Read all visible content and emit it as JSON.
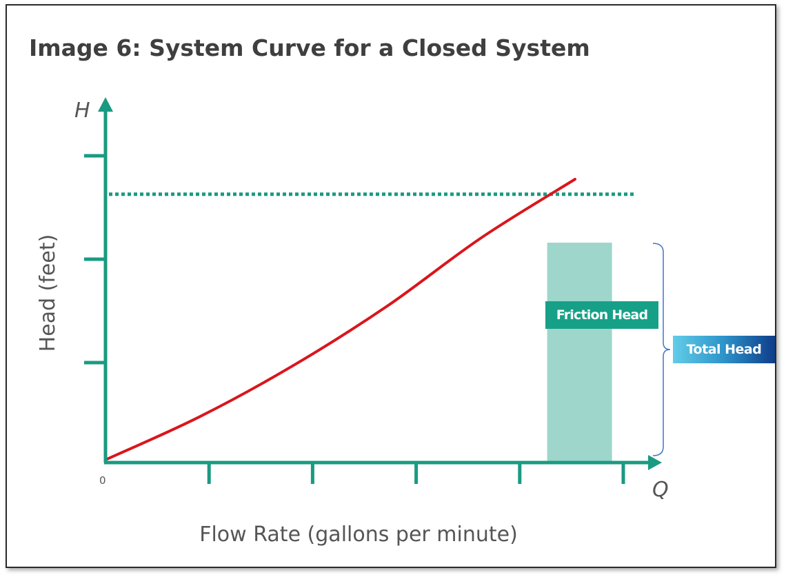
{
  "title": "Image 6: System Curve for a Closed System",
  "labels": {
    "y_axis_symbol": "H",
    "x_axis_symbol": "Q",
    "origin": "0",
    "y_axis_title": "Head (feet)",
    "x_axis_title": "Flow Rate (gallons per minute)",
    "friction_head": "Friction Head",
    "total_head": "Total Head"
  },
  "colors": {
    "axis": "#1a9a82",
    "curve": "#d9161c",
    "friction_band": "#9ed6cb",
    "dotted_line": "#1a9a82",
    "brace": "#3f74c9",
    "text_gray": "#555555"
  },
  "chart_data": {
    "type": "line",
    "x_ticks": 5,
    "y_ticks": 3,
    "system_curve": {
      "shape": "quadratic",
      "x": [
        0,
        0.2,
        0.4,
        0.6,
        0.8,
        1.0
      ],
      "y": [
        0,
        0.153,
        0.336,
        0.548,
        0.791,
        1.0
      ]
    },
    "operating_head_fraction": 0.796,
    "friction_band_x": [
      0.893,
      1.0
    ]
  }
}
